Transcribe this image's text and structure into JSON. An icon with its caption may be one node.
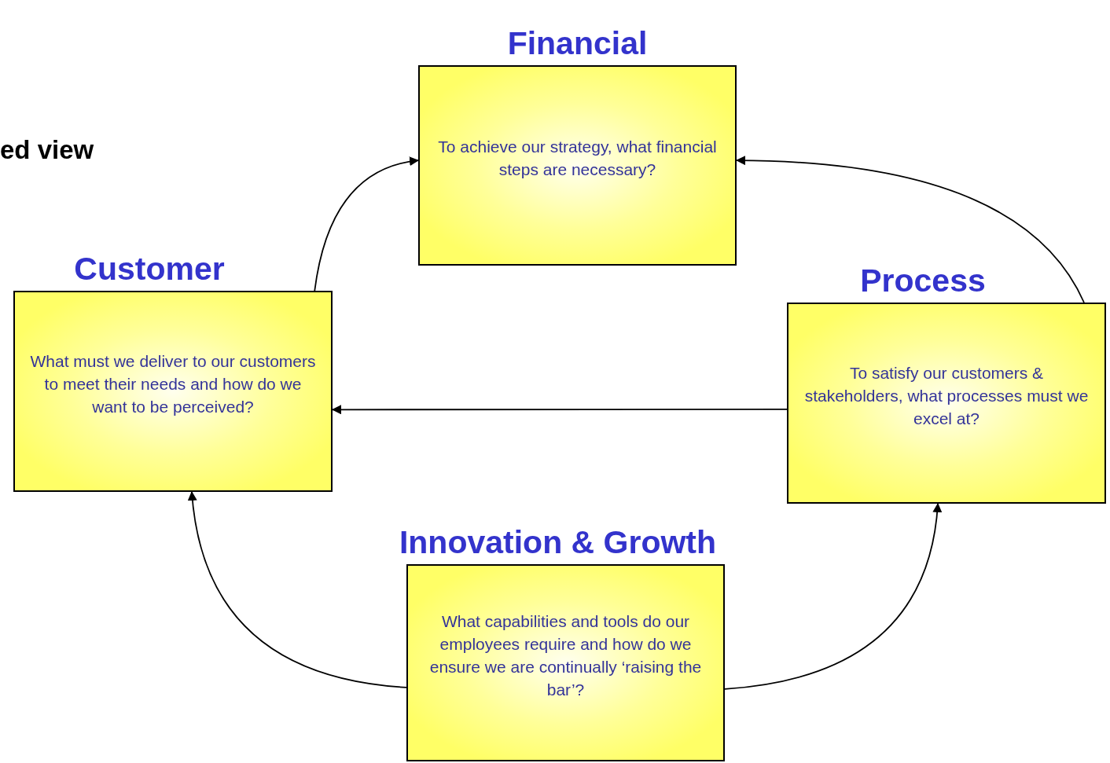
{
  "diagram": {
    "nodes": [
      {
        "text": [
          "Financial",
          "To achieve our strategy, what financial steps are necessary?"
        ]
      },
      {
        "text": [
          "Customer",
          "What must we deliver to our customers to meet their needs and how do we want to be perceived?"
        ]
      },
      {
        "text": [
          "Process",
          "To satisfy our customers & stakeholders, what processes must we excel at?"
        ]
      },
      {
        "text": [
          "Innovation & Growth",
          "What capabilities and tools do our employees require and how do we ensure we are continually ‘raising the bar’?"
        ]
      }
    ],
    "edges": [
      {
        "from": 1,
        "to": 0,
        "arrow": "to"
      },
      {
        "from": 2,
        "to": 0,
        "arrow": "to"
      },
      {
        "from": 2,
        "to": 1,
        "arrow": "to"
      },
      {
        "from": 3,
        "to": 1,
        "arrow": "to"
      },
      {
        "from": 3,
        "to": 2,
        "arrow": "to"
      }
    ],
    "labels": [
      "ed view"
    ]
  }
}
